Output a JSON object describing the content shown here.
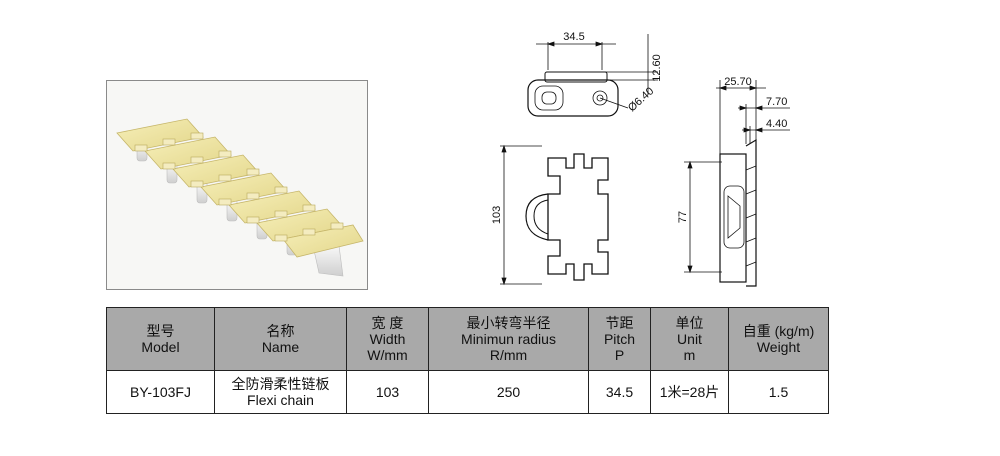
{
  "drawings": {
    "top_view": {
      "width_label": "34.5",
      "height_label": "12.60",
      "hole_label": "Ø6.40"
    },
    "front_view": {
      "height_label": "103"
    },
    "side_view": {
      "label_a": "25.70",
      "label_b": "7.70",
      "label_c": "4.40",
      "height_label": "77"
    }
  },
  "table": {
    "headers": [
      {
        "zh": "型号",
        "en": "Model",
        "unit": ""
      },
      {
        "zh": "名称",
        "en": "Name",
        "unit": ""
      },
      {
        "zh": "宽 度",
        "en": "Width",
        "unit": "W/mm"
      },
      {
        "zh": "最小转弯半径",
        "en": "Minimun radius",
        "unit": "R/mm"
      },
      {
        "zh": "节距",
        "en": "Pitch",
        "unit": "P"
      },
      {
        "zh": "单位",
        "en": "Unit",
        "unit": "m"
      },
      {
        "zh": "自重 (kg/m)",
        "en": "Weight",
        "unit": ""
      }
    ],
    "row": {
      "model": "BY-103FJ",
      "name_zh": "全防滑柔性链板",
      "name_en": "Flexi chain",
      "width": "103",
      "radius": "250",
      "pitch": "34.5",
      "unit": "1米=28片",
      "weight": "1.5"
    }
  },
  "colors": {
    "header_bg": "#a9a9a9",
    "chain_top": "#efe6a2",
    "chain_base": "#f2f2f2",
    "line": "#111111"
  }
}
